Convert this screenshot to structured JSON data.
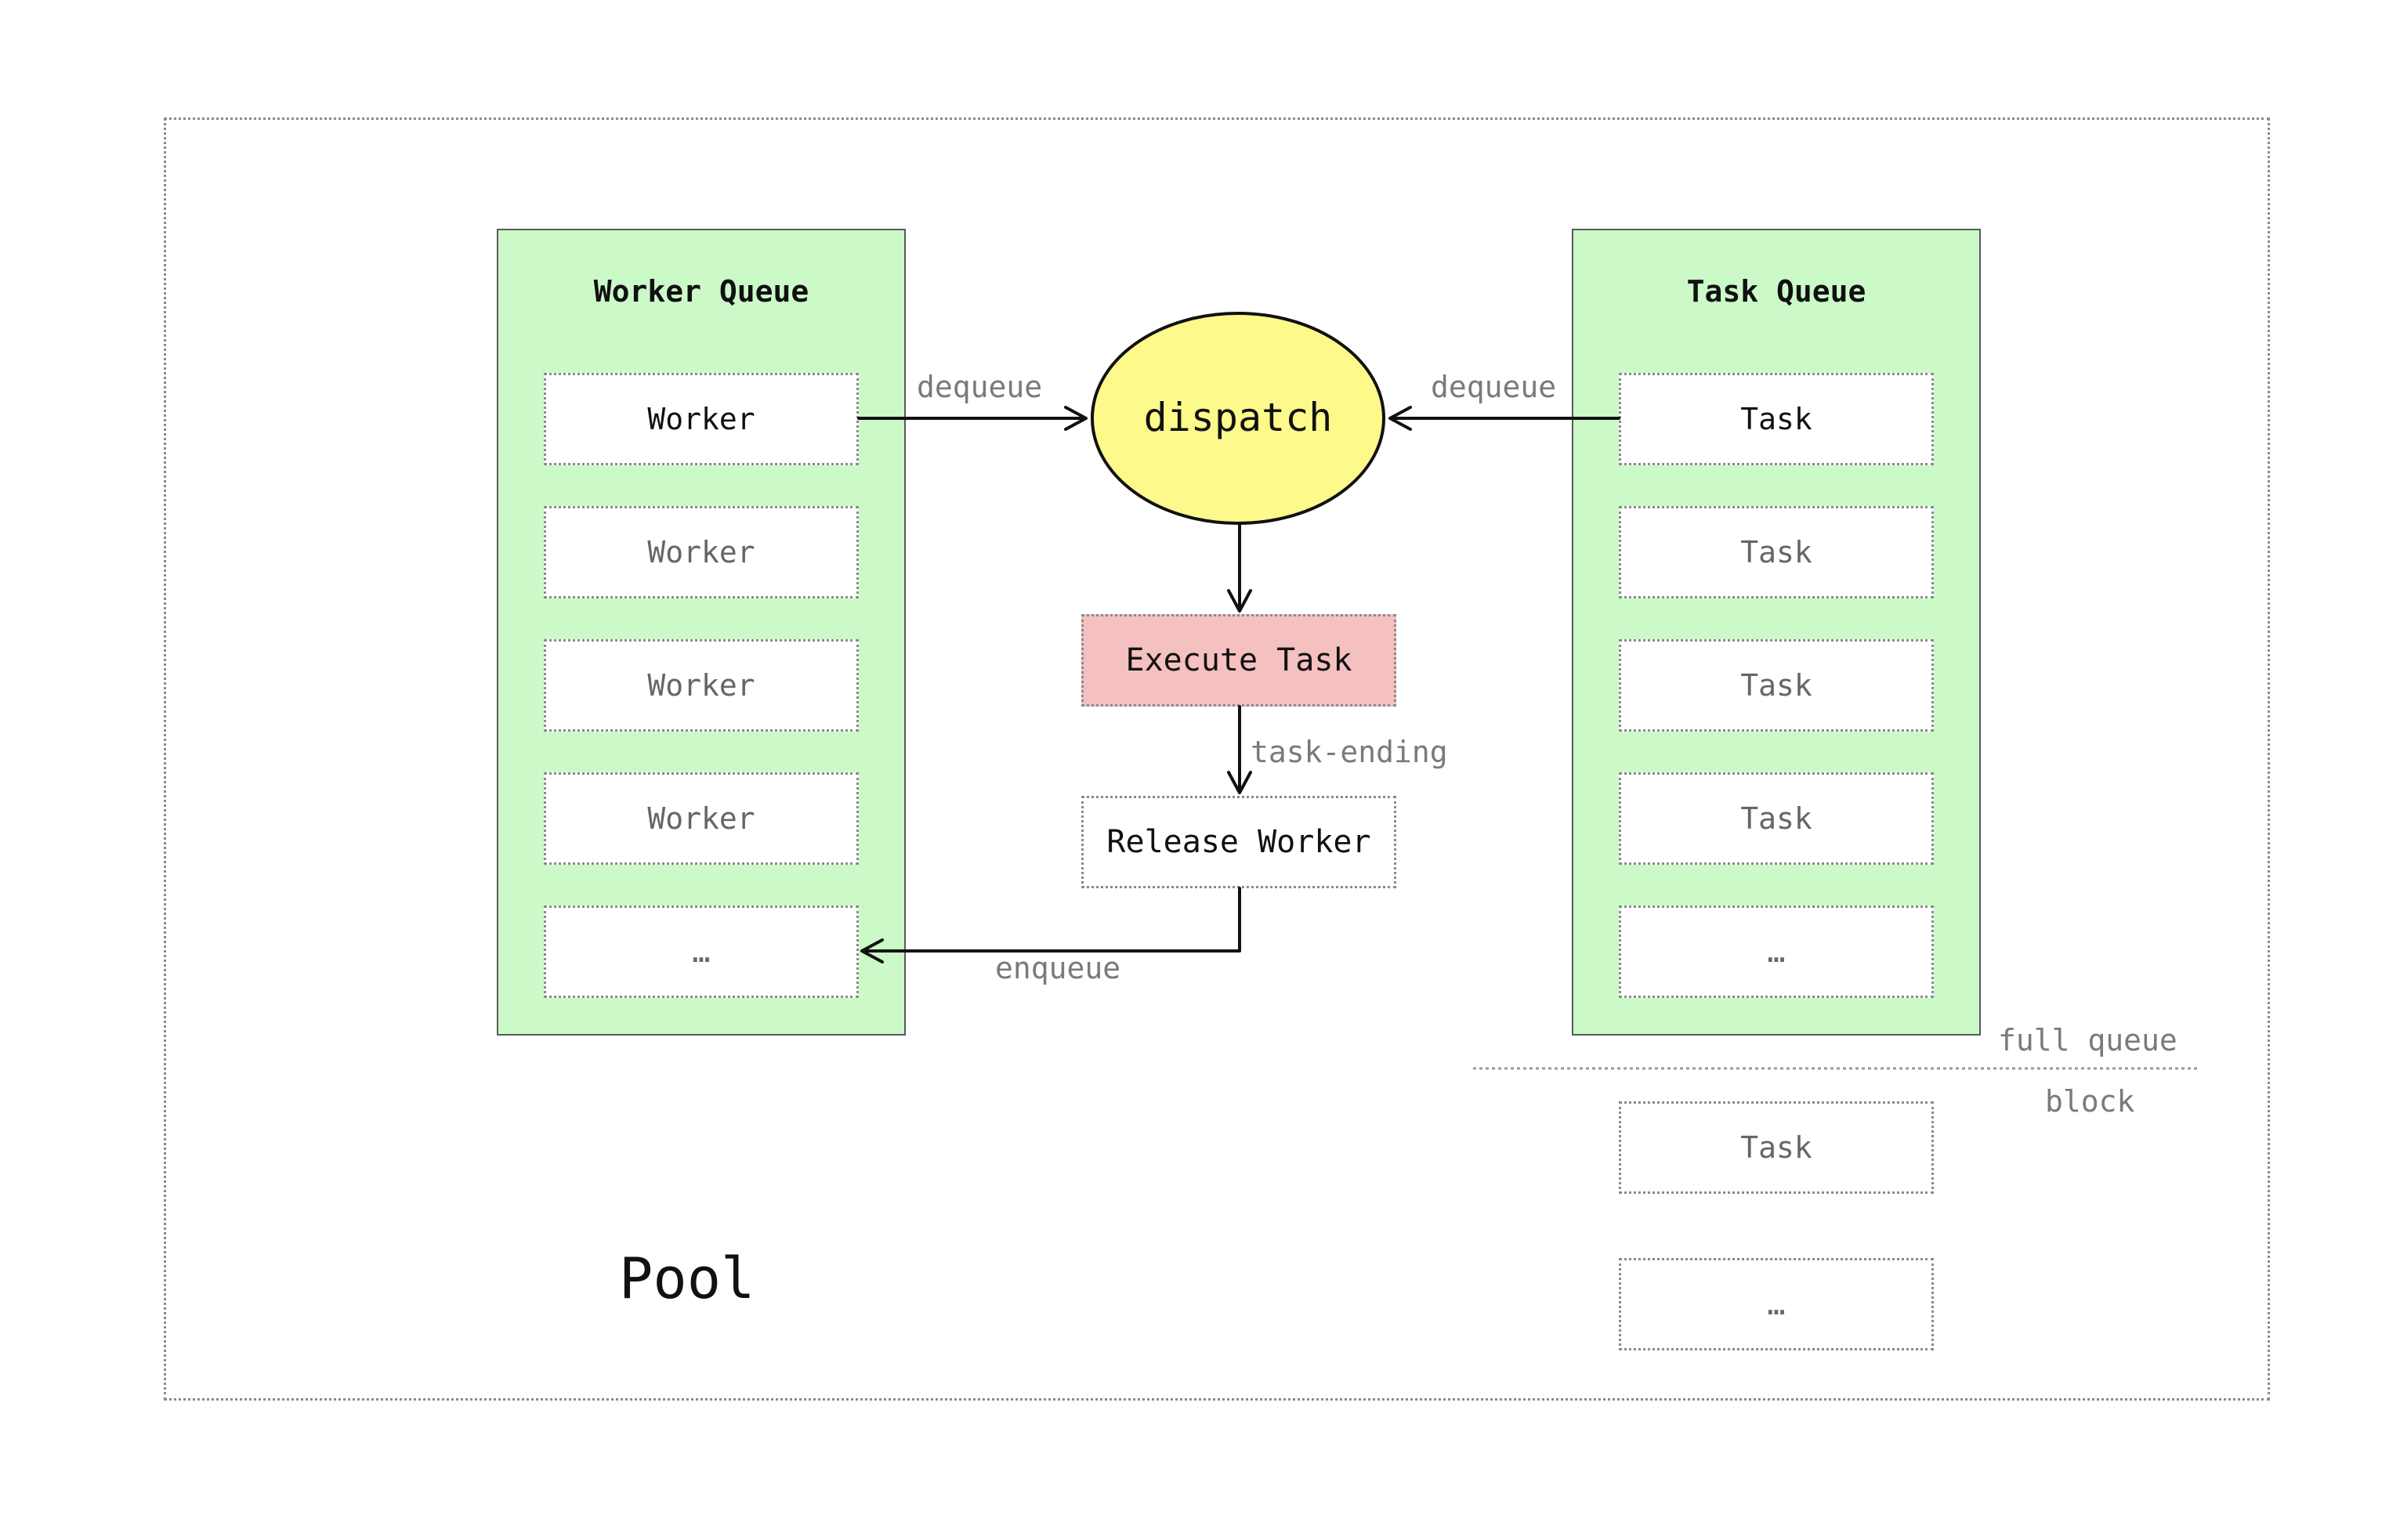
{
  "pool": {
    "title": "Pool"
  },
  "worker_queue": {
    "title": "Worker Queue",
    "items": [
      "Worker",
      "Worker",
      "Worker",
      "Worker",
      "…"
    ]
  },
  "task_queue": {
    "title": "Task Queue",
    "items": [
      "Task",
      "Task",
      "Task",
      "Task",
      "…"
    ],
    "overflow_items": [
      "Task",
      "…"
    ]
  },
  "dispatch": {
    "label": "dispatch"
  },
  "execute_task": {
    "label": "Execute Task"
  },
  "release_worker": {
    "label": "Release Worker"
  },
  "edges": {
    "worker_dequeue": "dequeue",
    "task_dequeue": "dequeue",
    "task_ending": "task-ending",
    "enqueue": "enqueue"
  },
  "limit": {
    "full_queue": "full queue",
    "block": "block"
  },
  "colors": {
    "queue_fill": "#ccf9c8",
    "dispatch_fill": "#fdf98b",
    "execute_fill": "#f4c0c0"
  }
}
